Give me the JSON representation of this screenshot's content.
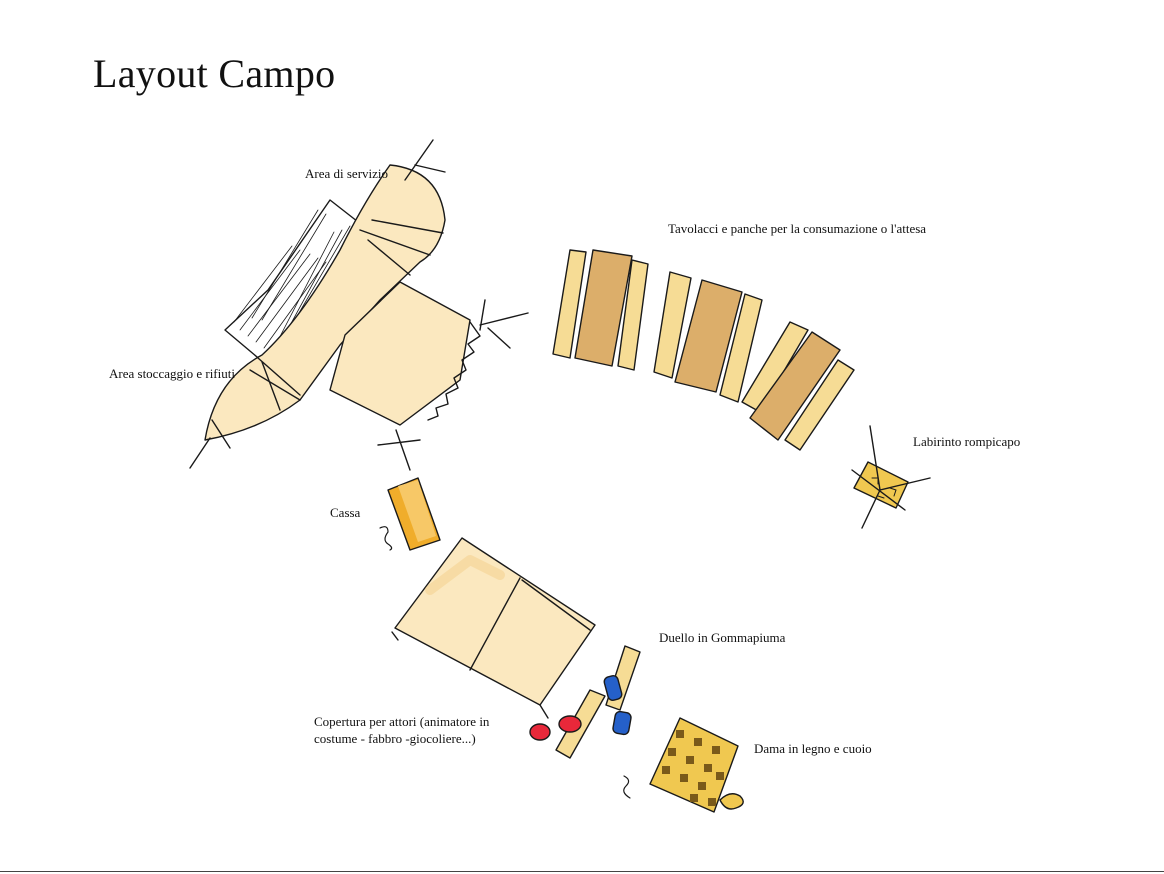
{
  "title": "Layout Campo",
  "labels": {
    "area_servizio": "Area di servizio",
    "area_stoccaggio": "Area stoccaggio e rifiuti",
    "tavolacci": "Tavolacci e panche per la consumazione o l'attesa",
    "labirinto": "Labirinto rompicapo",
    "cassa": "Cassa",
    "duello": "Duello in Gommapiuma",
    "copertura_line1": "Copertura per attori (animatore in",
    "copertura_line2": "costume - fabbro -giocoliere...)",
    "dama": "Dama in legno e cuoio"
  },
  "colors": {
    "tent_fill": "#fbe8bf",
    "bench_fill": "#f6dc95",
    "table_fill": "#dcae6a",
    "cassa_fill": "#f0ad2b",
    "board_fill": "#f0c850",
    "duel_red": "#e8283a",
    "duel_blue": "#2560c9",
    "ink": "#1a1a1a"
  }
}
